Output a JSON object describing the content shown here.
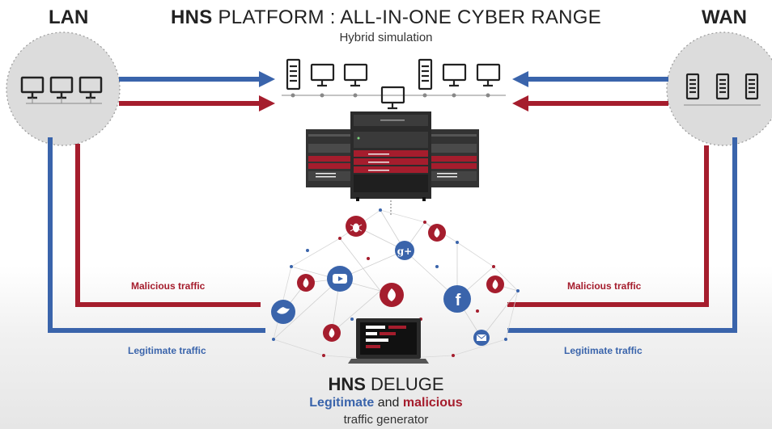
{
  "lan_label": "LAN",
  "wan_label": "WAN",
  "title": {
    "brand": "HNS",
    "rest": " PLATFORM : ALL-IN-ONE CYBER RANGE"
  },
  "subtitle": "Hybrid simulation",
  "left_malicious": "Malicious traffic",
  "left_legitimate": "Legitimate traffic",
  "right_malicious": "Malicious traffic",
  "right_legitimate": "Legitimate traffic",
  "deluge": {
    "brand": "HNS",
    "rest": " DELUGE"
  },
  "tagline": {
    "w1": "Legitimate",
    "mid": " and ",
    "w2": "malicious"
  },
  "tagline2": "traffic generator",
  "colors": {
    "blue": "#3a64ab",
    "red": "#a51d2d",
    "dark": "#2b2b2b"
  },
  "icons": [
    "monitor-icon",
    "server-tower-icon",
    "server-rack-icon",
    "cloud-network",
    "bug-icon",
    "google-plus-icon",
    "youtube-icon",
    "twitter-icon",
    "facebook-icon",
    "mail-icon",
    "laptop-icon"
  ]
}
